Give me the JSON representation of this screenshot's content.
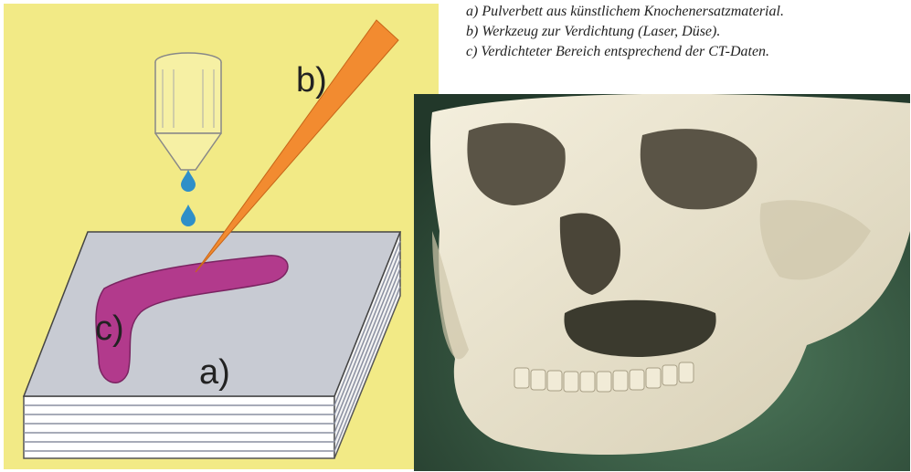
{
  "diagram": {
    "labels": {
      "a": "a)",
      "b": "b)",
      "c": "c)"
    },
    "colors": {
      "background": "#f2ea86",
      "block_top": "#c8cbd3",
      "dense_region": "#b23a8c",
      "tool": "#f28b30",
      "droplet": "#2f8fc8",
      "nozzle": "#f6f0a4"
    },
    "icons": [
      "nozzle-icon",
      "droplet-icon",
      "laser-beam-icon"
    ]
  },
  "caption": {
    "line_a": "a) Pulverbett aus künstlichem Knochenersatzmaterial.",
    "line_b": "b) Werkzeug zur Verdichtung (Laser, Düse).",
    "line_c": "c) Verdichteter Bereich entsprechend der CT-Daten."
  },
  "photo": {
    "subject": "3D-printed skull model",
    "colors": {
      "background": "#3b5c48",
      "model": "#e9e3cf"
    }
  }
}
